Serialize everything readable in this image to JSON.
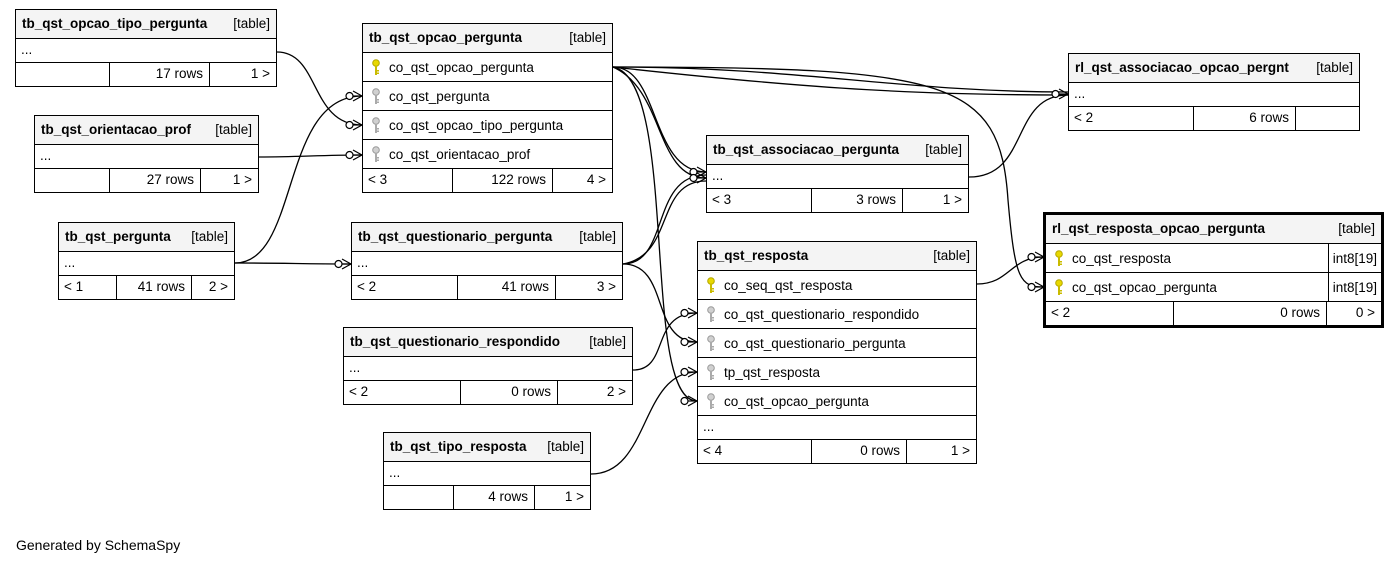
{
  "tables": {
    "opcao_tipo_pergunta": {
      "name": "tb_qst_opcao_tipo_pergunta",
      "tag": "[table]",
      "ellipsis": "...",
      "left": "",
      "rows": "17 rows",
      "right": "1 >"
    },
    "orientacao_prof": {
      "name": "tb_qst_orientacao_prof",
      "tag": "[table]",
      "ellipsis": "...",
      "left": "",
      "rows": "27 rows",
      "right": "1 >"
    },
    "pergunta": {
      "name": "tb_qst_pergunta",
      "tag": "[table]",
      "ellipsis": "...",
      "left": "< 1",
      "rows": "41 rows",
      "right": "2 >"
    },
    "opcao_pergunta": {
      "name": "tb_qst_opcao_pergunta",
      "tag": "[table]",
      "columns": [
        "co_qst_opcao_pergunta",
        "co_qst_pergunta",
        "co_qst_opcao_tipo_pergunta",
        "co_qst_orientacao_prof"
      ],
      "left": "< 3",
      "rows": "122 rows",
      "right": "4 >"
    },
    "questionario_pergunta": {
      "name": "tb_qst_questionario_pergunta",
      "tag": "[table]",
      "ellipsis": "...",
      "left": "< 2",
      "rows": "41 rows",
      "right": "3 >"
    },
    "questionario_respondido": {
      "name": "tb_qst_questionario_respondido",
      "tag": "[table]",
      "ellipsis": "...",
      "left": "< 2",
      "rows": "0 rows",
      "right": "2 >"
    },
    "tipo_resposta": {
      "name": "tb_qst_tipo_resposta",
      "tag": "[table]",
      "ellipsis": "...",
      "left": "",
      "rows": "4 rows",
      "right": "1 >"
    },
    "associacao_pergunta": {
      "name": "tb_qst_associacao_pergunta",
      "tag": "[table]",
      "ellipsis": "...",
      "left": "< 3",
      "rows": "3 rows",
      "right": "1 >"
    },
    "resposta": {
      "name": "tb_qst_resposta",
      "tag": "[table]",
      "columns": [
        "co_seq_qst_resposta",
        "co_qst_questionario_respondido",
        "co_qst_questionario_pergunta",
        "tp_qst_resposta",
        "co_qst_opcao_pergunta"
      ],
      "ellipsis": "...",
      "left": "< 4",
      "rows": "0 rows",
      "right": "1 >"
    },
    "associacao_opcao_pergnt": {
      "name": "rl_qst_associacao_opcao_pergnt",
      "tag": "[table]",
      "ellipsis": "...",
      "left": "< 2",
      "rows": "6 rows",
      "right": ""
    },
    "resposta_opcao_pergunta": {
      "name": "rl_qst_resposta_opcao_pergunta",
      "tag": "[table]",
      "columns": [
        "co_qst_resposta",
        "co_qst_opcao_pergunta"
      ],
      "types": [
        "int8[19]",
        "int8[19]"
      ],
      "left": "< 2",
      "rows": "0 rows",
      "right": "0 >"
    }
  },
  "colors": {
    "primary_key": "#e8d800",
    "foreign_key": "#a9a9a9",
    "header_bg": "#f4f4f4"
  },
  "footer": "Generated by SchemaSpy"
}
